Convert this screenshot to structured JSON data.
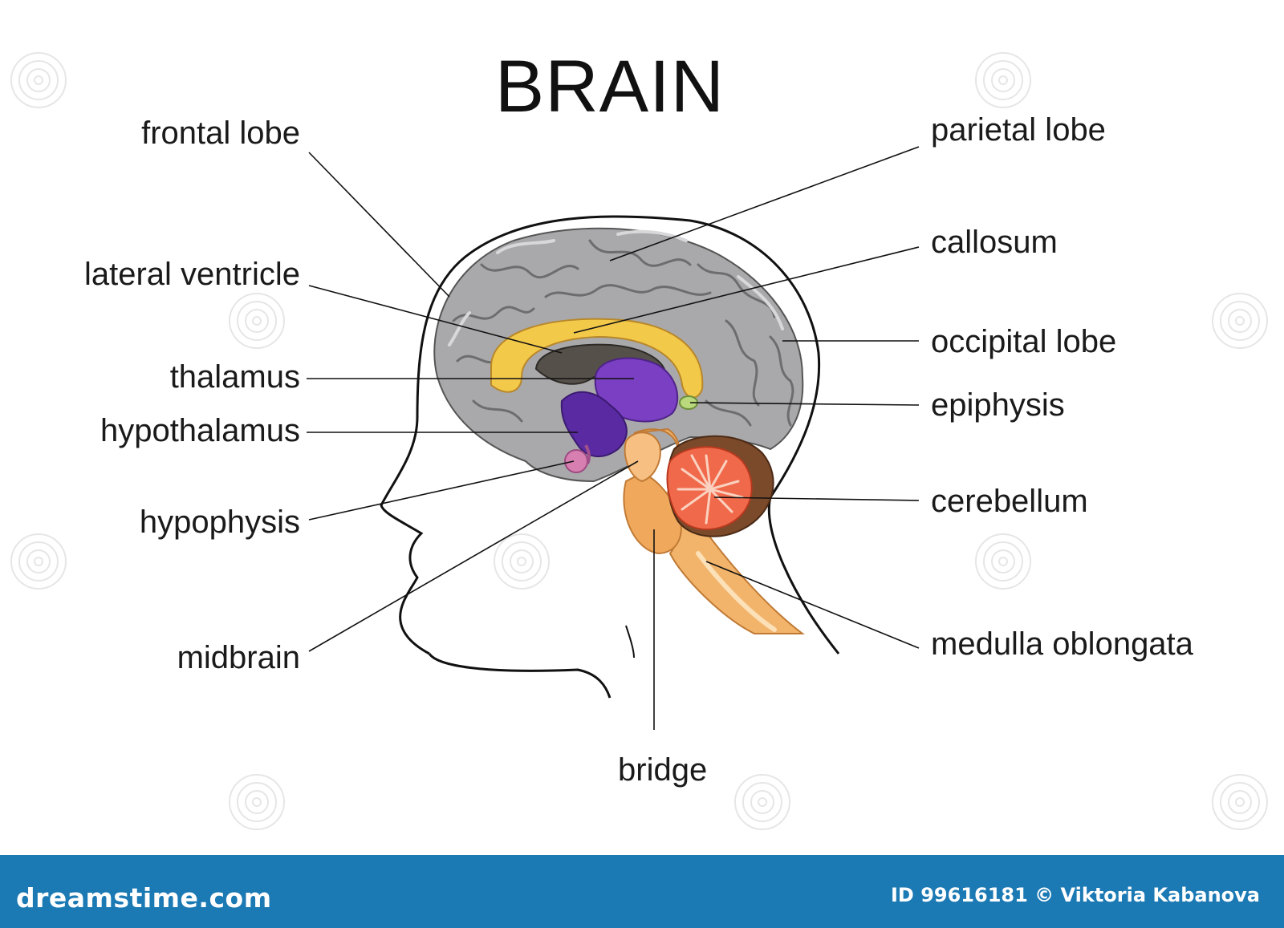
{
  "title": "BRAIN",
  "labels": {
    "frontal_lobe": "frontal lobe",
    "lateral_ventricle": "lateral ventricle",
    "thalamus": "thalamus",
    "hypothalamus": "hypothalamus",
    "hypophysis": "hypophysis",
    "midbrain": "midbrain",
    "parietal_lobe": "parietal lobe",
    "callosum": "callosum",
    "occipital_lobe": "occipital lobe",
    "epiphysis": "epiphysis",
    "cerebellum": "cerebellum",
    "medulla_oblongata": "medulla oblongata",
    "bridge": "bridge"
  },
  "footer": {
    "brand": "dreamstime.com",
    "credit": "ID 99616181 © Viktoria Kabanova"
  },
  "colors": {
    "footer_bg": "#1b79b4",
    "cortex": "#a9a9ab",
    "callosum": "#f3c94a",
    "thalamus": "#7a3fc2",
    "cerebellum": "#f0694a",
    "brainstem": "#f2b46b",
    "hypophysis": "#d77fb0"
  }
}
